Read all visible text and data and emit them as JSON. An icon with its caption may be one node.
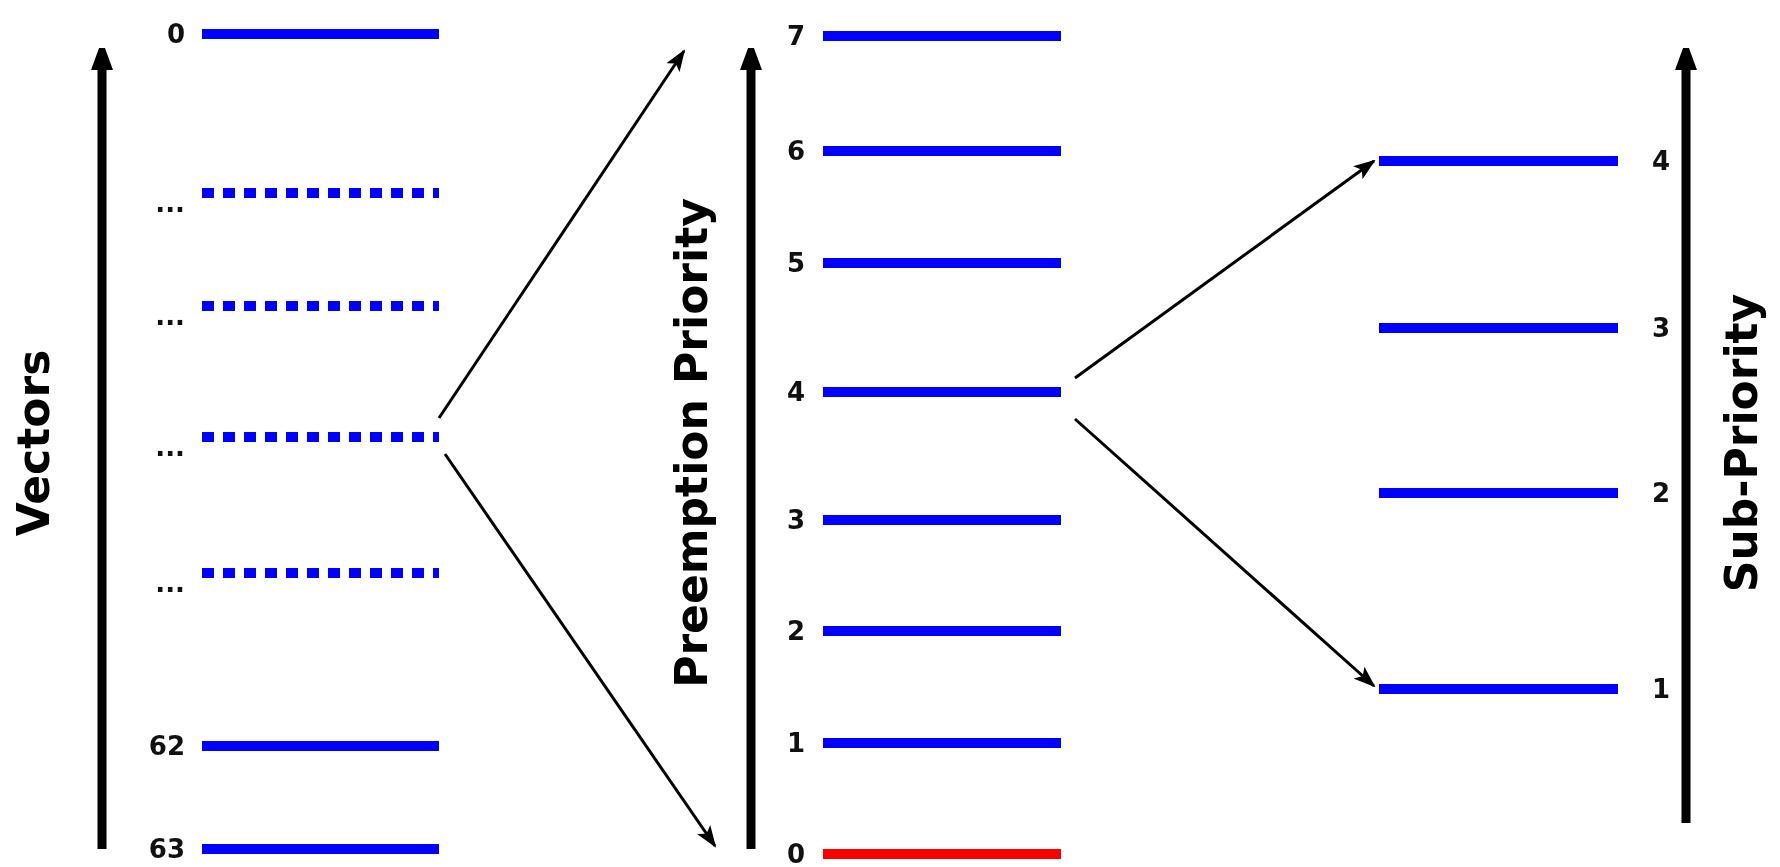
{
  "diagram": {
    "nodes": [
      {
        "text": [],
        "shape": "bar",
        "beside": [
          "0"
        ]
      },
      {
        "text": [],
        "shape": "bar",
        "beside": [
          "..."
        ]
      },
      {
        "text": [],
        "shape": "bar",
        "beside": [
          "..."
        ]
      },
      {
        "text": [],
        "shape": "bar",
        "beside": [
          "..."
        ]
      },
      {
        "text": [],
        "shape": "bar",
        "beside": [
          "..."
        ]
      },
      {
        "text": [],
        "shape": "bar",
        "beside": [
          "62"
        ]
      },
      {
        "text": [],
        "shape": "bar",
        "beside": [
          "63"
        ]
      },
      {
        "text": [],
        "shape": "bar",
        "beside": [
          "7"
        ]
      },
      {
        "text": [],
        "shape": "bar",
        "beside": [
          "6"
        ]
      },
      {
        "text": [],
        "shape": "bar",
        "beside": [
          "5"
        ]
      },
      {
        "text": [],
        "shape": "bar",
        "beside": [
          "4"
        ]
      },
      {
        "text": [],
        "shape": "bar",
        "beside": [
          "3"
        ]
      },
      {
        "text": [],
        "shape": "bar",
        "beside": [
          "2"
        ]
      },
      {
        "text": [],
        "shape": "bar",
        "beside": [
          "1"
        ]
      },
      {
        "text": [],
        "shape": "bar",
        "beside": [
          "0"
        ]
      },
      {
        "text": [],
        "shape": "bar",
        "beside": [
          "4"
        ]
      },
      {
        "text": [],
        "shape": "bar",
        "beside": [
          "3"
        ]
      },
      {
        "text": [],
        "shape": "bar",
        "beside": [
          "2"
        ]
      },
      {
        "text": [],
        "shape": "bar",
        "beside": [
          "1"
        ]
      }
    ],
    "edges": [
      {
        "from": 3,
        "to": null,
        "arrow": "to"
      },
      {
        "from": 3,
        "to": null,
        "arrow": "to"
      },
      {
        "from": 10,
        "to": 15,
        "arrow": "to"
      },
      {
        "from": 10,
        "to": 18,
        "arrow": "to"
      }
    ],
    "labels": [
      "Vectors",
      "Preemption Priority",
      "Sub-Priority"
    ]
  }
}
